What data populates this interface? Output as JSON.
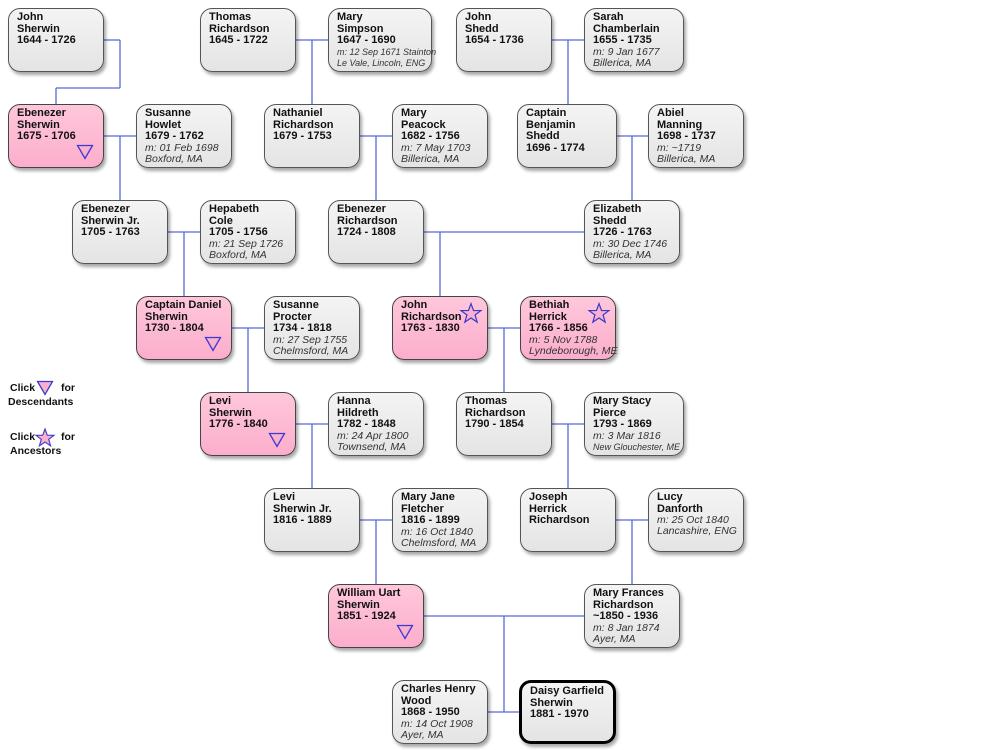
{
  "persons": [
    {
      "id": "john-sherwin",
      "lines": [
        "John",
        "Sherwin",
        "1644 - 1726"
      ],
      "marriage": []
    },
    {
      "id": "thomas-richardson-1645",
      "lines": [
        "Thomas",
        "Richardson",
        "1645 - 1722"
      ],
      "marriage": []
    },
    {
      "id": "mary-simpson",
      "lines": [
        "Mary",
        "Simpson",
        "1647 - 1690"
      ],
      "marriage": [
        "m: 12 Sep 1671 Stainton",
        "Le Vale, Lincoln, ENG"
      ],
      "small": true
    },
    {
      "id": "john-shedd",
      "lines": [
        "John",
        "Shedd",
        "1654 - 1736"
      ],
      "marriage": []
    },
    {
      "id": "sarah-chamberlain",
      "lines": [
        "Sarah",
        "Chamberlain",
        "1655 - 1735"
      ],
      "marriage": [
        "m: 9 Jan 1677",
        "Billerica, MA"
      ]
    },
    {
      "id": "ebenezer-sherwin",
      "lines": [
        "Ebenezer",
        "Sherwin",
        "1675  - 1706"
      ],
      "marriage": [],
      "pink": true,
      "triangle": true
    },
    {
      "id": "susanne-howlet",
      "lines": [
        "Susanne",
        "Howlet",
        "1679 - 1762"
      ],
      "marriage": [
        "m: 01 Feb 1698",
        "Boxford, MA"
      ]
    },
    {
      "id": "nathaniel-richardson",
      "lines": [
        "Nathaniel",
        "Richardson",
        "1679 - 1753"
      ],
      "marriage": []
    },
    {
      "id": "mary-peacock",
      "lines": [
        "Mary",
        "Peacock",
        "1682 - 1756"
      ],
      "marriage": [
        "m: 7 May 1703",
        "Billerica, MA"
      ]
    },
    {
      "id": "benjamin-shedd",
      "lines": [
        "Captain Benjamin",
        "Shedd",
        "1696 - 1774"
      ],
      "marriage": []
    },
    {
      "id": "abiel-manning",
      "lines": [
        "Abiel",
        "Manning",
        "1698 - 1737"
      ],
      "marriage": [
        "m: ~1719",
        "Billerica, MA"
      ]
    },
    {
      "id": "ebenezer-sherwin-jr",
      "lines": [
        "Ebenezer",
        "Sherwin Jr.",
        "1705 - 1763"
      ],
      "marriage": []
    },
    {
      "id": "hepabeth-cole",
      "lines": [
        "Hepabeth",
        "Cole",
        "1705 - 1756"
      ],
      "marriage": [
        "m: 21 Sep 1726",
        "Boxford, MA"
      ]
    },
    {
      "id": "ebenezer-richardson",
      "lines": [
        "Ebenezer",
        "Richardson",
        "1724 - 1808"
      ],
      "marriage": []
    },
    {
      "id": "elizabeth-shedd",
      "lines": [
        "Elizabeth",
        "Shedd",
        "1726 - 1763"
      ],
      "marriage": [
        "m: 30 Dec 1746",
        "Billerica, MA"
      ]
    },
    {
      "id": "daniel-sherwin",
      "lines": [
        "Captain Daniel",
        "Sherwin",
        "1730 - 1804"
      ],
      "marriage": [],
      "pink": true,
      "triangle": true
    },
    {
      "id": "susanne-procter",
      "lines": [
        "Susanne",
        "Procter",
        "1734 - 1818"
      ],
      "marriage": [
        "m: 27 Sep 1755",
        "Chelmsford, MA"
      ]
    },
    {
      "id": "john-richardson",
      "lines": [
        "John",
        "Richardson",
        "1763 - 1830"
      ],
      "marriage": [],
      "pink": true,
      "star": true
    },
    {
      "id": "bethiah-herrick",
      "lines": [
        "Bethiah",
        "Herrick",
        "1766 - 1856"
      ],
      "marriage": [
        "m: 5 Nov 1788",
        "Lyndeborough, ME"
      ],
      "pink": true,
      "star": true
    },
    {
      "id": "levi-sherwin",
      "lines": [
        "Levi",
        "Sherwin",
        "1776 - 1840"
      ],
      "marriage": [],
      "pink": true,
      "triangle": true
    },
    {
      "id": "hanna-hildreth",
      "lines": [
        "Hanna",
        "Hildreth",
        "1782 - 1848"
      ],
      "marriage": [
        "m: 24 Apr 1800",
        "Townsend, MA"
      ]
    },
    {
      "id": "thomas-richardson-1790",
      "lines": [
        "Thomas",
        "Richardson",
        "1790 - 1854"
      ],
      "marriage": []
    },
    {
      "id": "mary-stacy-pierce",
      "lines": [
        "Mary Stacy",
        "Pierce",
        "1793 - 1869"
      ],
      "marriage": [
        "m: 3 Mar 1816",
        "New Glouchester, ME"
      ],
      "smallLast": true
    },
    {
      "id": "levi-sherwin-jr",
      "lines": [
        "Levi",
        "Sherwin  Jr.",
        "1816 - 1889"
      ],
      "marriage": []
    },
    {
      "id": "mary-jane-fletcher",
      "lines": [
        "Mary Jane",
        "Fletcher",
        "1816 - 1899"
      ],
      "marriage": [
        "m: 16 Oct 1840",
        "Chelmsford, MA"
      ]
    },
    {
      "id": "joseph-herrick-richardson",
      "lines": [
        "Joseph Herrick",
        "Richardson"
      ],
      "marriage": []
    },
    {
      "id": "lucy-danforth",
      "lines": [
        "Lucy",
        "Danforth",
        ""
      ],
      "marriage": [
        "m: 25 Oct 1840",
        "Lancashire, ENG"
      ]
    },
    {
      "id": "william-uart-sherwin",
      "lines": [
        "William Uart",
        "Sherwin",
        "1851 - 1924"
      ],
      "marriage": [],
      "pink": true,
      "triangle": true
    },
    {
      "id": "mary-frances-richardson",
      "lines": [
        "Mary Frances",
        "Richardson",
        "~1850 - 1936"
      ],
      "marriage": [
        "m: 8 Jan 1874",
        "Ayer, MA"
      ]
    },
    {
      "id": "charles-henry-wood",
      "lines": [
        "Charles Henry",
        "Wood",
        "1868 - 1950"
      ],
      "marriage": [
        "m: 14 Oct 1908",
        "Ayer, MA"
      ]
    },
    {
      "id": "daisy-garfield-sherwin",
      "lines": [
        "Daisy Garfield",
        "Sherwin",
        "1881 - 1970"
      ],
      "marriage": [],
      "self": true
    }
  ],
  "legend": {
    "descendants": {
      "click": "Click",
      "for": "for",
      "what": "Descendants"
    },
    "ancestors": {
      "click": "Click",
      "for": "for",
      "what": "Ancestors"
    }
  },
  "colors": {
    "line": "#5b6bd0",
    "pink": "#fbb0cd",
    "box": "#e8e8e8",
    "triangle": "#3a3ad0",
    "star": "#3a3ad0"
  }
}
